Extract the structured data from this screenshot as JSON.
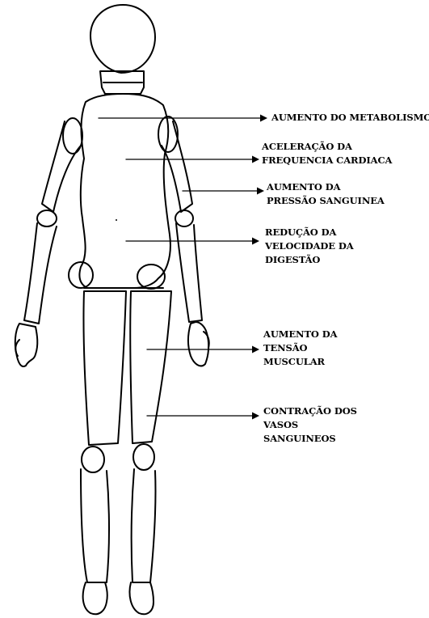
{
  "diagram": {
    "subject": "wooden-mannequin-body",
    "labels": [
      {
        "id": "metabolismo",
        "lines": [
          "AUMENTO DO METABOLISMO"
        ]
      },
      {
        "id": "frequencia",
        "lines": [
          "ACELERAÇÃO DA",
          "FREQUENCIA CARDIACA"
        ]
      },
      {
        "id": "pressao",
        "lines": [
          "AUMENTO DA",
          "PRESSÃO SANGUINEA"
        ]
      },
      {
        "id": "digestao",
        "lines": [
          "REDUÇÃO DA",
          "VELOCIDADE DA",
          "DIGESTÃO"
        ]
      },
      {
        "id": "tensao",
        "lines": [
          "AUMENTO DA",
          "TENSÃO",
          "MUSCULAR"
        ]
      },
      {
        "id": "vasos",
        "lines": [
          "CONTRAÇÃO DOS",
          "VASOS",
          "SANGUINEOS"
        ]
      }
    ]
  },
  "colors": {
    "ink": "#000000",
    "background": "#ffffff"
  }
}
